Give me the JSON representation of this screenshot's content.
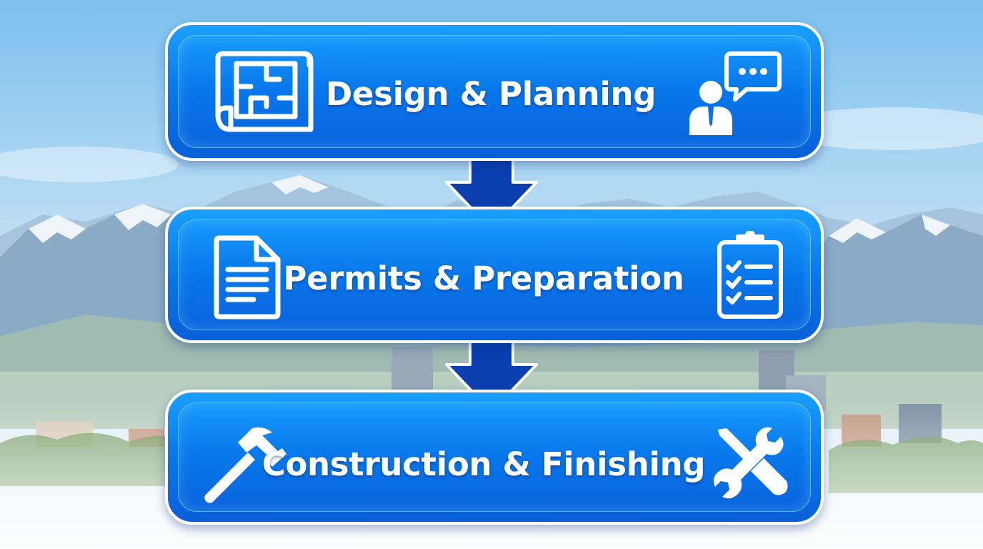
{
  "steps": [
    {
      "label": "Design & Planning",
      "left_icon": "blueprint-icon",
      "right_icon": "consultant-chat-icon"
    },
    {
      "label": "Permits & Preparation",
      "left_icon": "document-icon",
      "right_icon": "checklist-clipboard-icon"
    },
    {
      "label": "Construction & Finishing",
      "left_icon": "hammer-icon",
      "right_icon": "wrench-screwdriver-icon"
    }
  ],
  "colors": {
    "box_top": "#1aa0ff",
    "box_bottom": "#0a5fd8",
    "arrow": "#0b3fb0",
    "border": "#ffffff"
  }
}
